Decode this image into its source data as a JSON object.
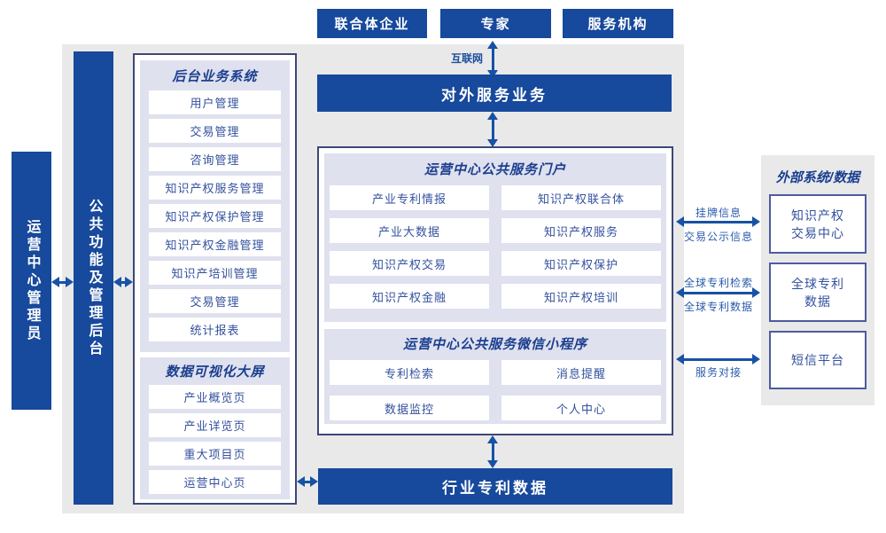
{
  "colors": {
    "primary_blue": "#17499c",
    "lavender": "#dfe1ee",
    "background_gray": "#e9e9ea",
    "item_text": "#33519e",
    "arrow_blue": "#1752a4",
    "border_navy": "#3d4777"
  },
  "top_actors": {
    "consortium": "联合体企业",
    "expert": "专家",
    "service_org": "服务机构"
  },
  "internet_label": "互联网",
  "external_service_bar": "对外服务业务",
  "admin_bar": "运营中心管理员",
  "left_bar": "公共功能及管理后台",
  "backend": {
    "title": "后台业务系统",
    "items": [
      "用户管理",
      "交易管理",
      "咨询管理",
      "知识产权服务管理",
      "知识产权保护管理",
      "知识产权金融管理",
      "知识产培训管理",
      "交易管理",
      "统计报表"
    ]
  },
  "dashboard": {
    "title": "数据可视化大屏",
    "items": [
      "产业概览页",
      "产业详览页",
      "重大项目页",
      "运营中心页"
    ]
  },
  "portal": {
    "title": "运营中心公共服务门户",
    "items": [
      "产业专利情报",
      "知识产权联合体",
      "产业大数据",
      "知识产权服务",
      "知识产权交易",
      "知识产权保护",
      "知识产权金融",
      "知识产权培训"
    ]
  },
  "miniprogram": {
    "title": "运营中心公共服务微信小程序",
    "items": [
      "专利检索",
      "消息提醒",
      "数据监控",
      "个人中心"
    ]
  },
  "industry_bar": "行业专利数据",
  "external_panel": {
    "title": "外部系统/数据",
    "box1": {
      "line1": "知识产权",
      "line2": "交易中心"
    },
    "box2": {
      "line1": "全球专利",
      "line2": "数据"
    },
    "box3": {
      "line1": "短信平台"
    }
  },
  "link_labels": {
    "listing_info": "挂牌信息",
    "trade_publicity": "交易公示信息",
    "global_patent_search": "全球专利检索",
    "global_patent_data": "全球专利数据",
    "service_connect": "服务对接"
  }
}
